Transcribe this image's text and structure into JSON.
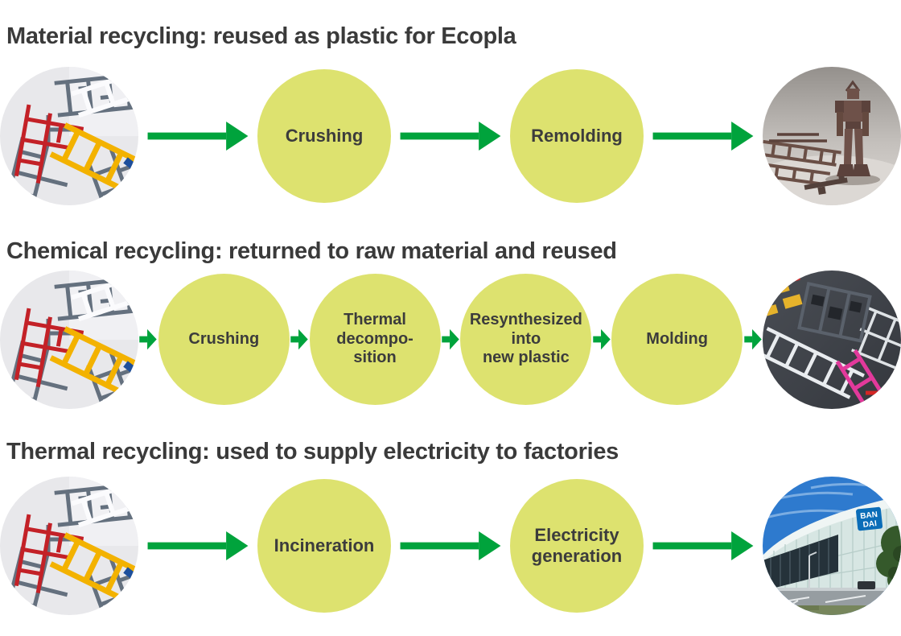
{
  "colors": {
    "circle_fill": "#dde26f",
    "arrow_green": "#00a33c",
    "heading_text": "#3a3a3a",
    "step_text": "#3c3c3c"
  },
  "rows": [
    {
      "heading": "Material recycling: reused as plastic for Ecopla",
      "steps": [
        "Crushing",
        "Remolding"
      ]
    },
    {
      "heading": "Chemical recycling: returned to raw material and reused",
      "steps": [
        "Crushing",
        "Thermal\ndecompo-\nsition",
        "Resynthesized\ninto\nnew plastic",
        "Molding"
      ]
    },
    {
      "heading": "Thermal recycling: used to supply electricity to factories",
      "steps": [
        "Incineration",
        "Electricity\ngeneration"
      ]
    }
  ],
  "factory_logo": {
    "line1": "BAN",
    "line2": "DAI"
  }
}
